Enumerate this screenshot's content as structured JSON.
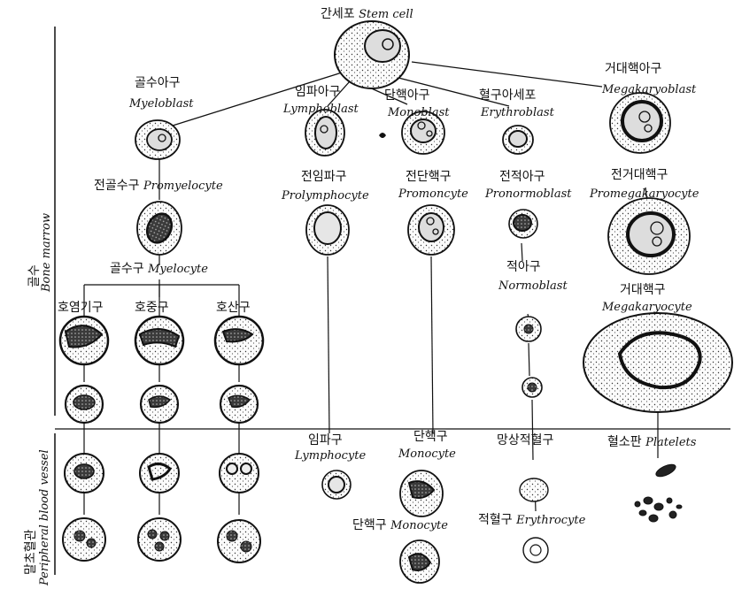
{
  "title": {
    "ko": "간세포",
    "en": "Stem cell"
  },
  "regions": {
    "bone_marrow": {
      "ko": "골수",
      "en": "Bone marrow"
    },
    "peripheral": {
      "ko": "말초혈관",
      "en": "Peripheral blood vessel"
    }
  },
  "labels": {
    "myeloblast": {
      "ko": "골수아구",
      "en": "Myeloblast"
    },
    "lymphoblast": {
      "ko": "임파아구",
      "en": "Lymphoblast"
    },
    "monoblast": {
      "ko": "단핵아구",
      "en": "Monoblast"
    },
    "erythroblast": {
      "ko": "혈구아세포",
      "en": "Erythroblast"
    },
    "megakaryoblast": {
      "ko": "거대핵아구",
      "en": "Megakaryoblast"
    },
    "promyelocyte": {
      "ko": "전골수구",
      "en": "Promyelocyte"
    },
    "prolymphocyte": {
      "ko": "전임파구",
      "en": "Prolymphocyte"
    },
    "promonocyte": {
      "ko": "전단핵구",
      "en": "Promoncyte"
    },
    "pronormoblast": {
      "ko": "전적아구",
      "en": "Pronormoblast"
    },
    "promegakaryocyte": {
      "ko": "전거대핵구",
      "en": "Promegakaryocyte"
    },
    "myelocyte": {
      "ko": "골수구",
      "en": "Myelocyte"
    },
    "normoblast": {
      "ko": "적아구",
      "en": "Normoblast"
    },
    "megakaryocyte": {
      "ko": "거대핵구",
      "en": "Megakaryocyte"
    },
    "eosinophil": {
      "ko": "호염기구"
    },
    "neutrophil": {
      "ko": "호중구"
    },
    "basophil": {
      "ko": "호산구"
    },
    "lymphocyte": {
      "ko": "임파구",
      "en": "Lymphocyte"
    },
    "monocyte_top": {
      "ko": "단핵구",
      "en": "Monocyte"
    },
    "reticulocyte": {
      "ko": "망상적혈구"
    },
    "platelets": {
      "ko": "혈소판",
      "en": "Platelets"
    },
    "monocyte_bottom": {
      "ko": "단핵구",
      "en": "Monocyte"
    },
    "erythrocyte": {
      "ko": "적혈구",
      "en": "Erythrocyte"
    }
  },
  "colors": {
    "ink": "#111111",
    "cytoplasm": "#f2f2f2",
    "nucleus": "#2a2a2a"
  }
}
